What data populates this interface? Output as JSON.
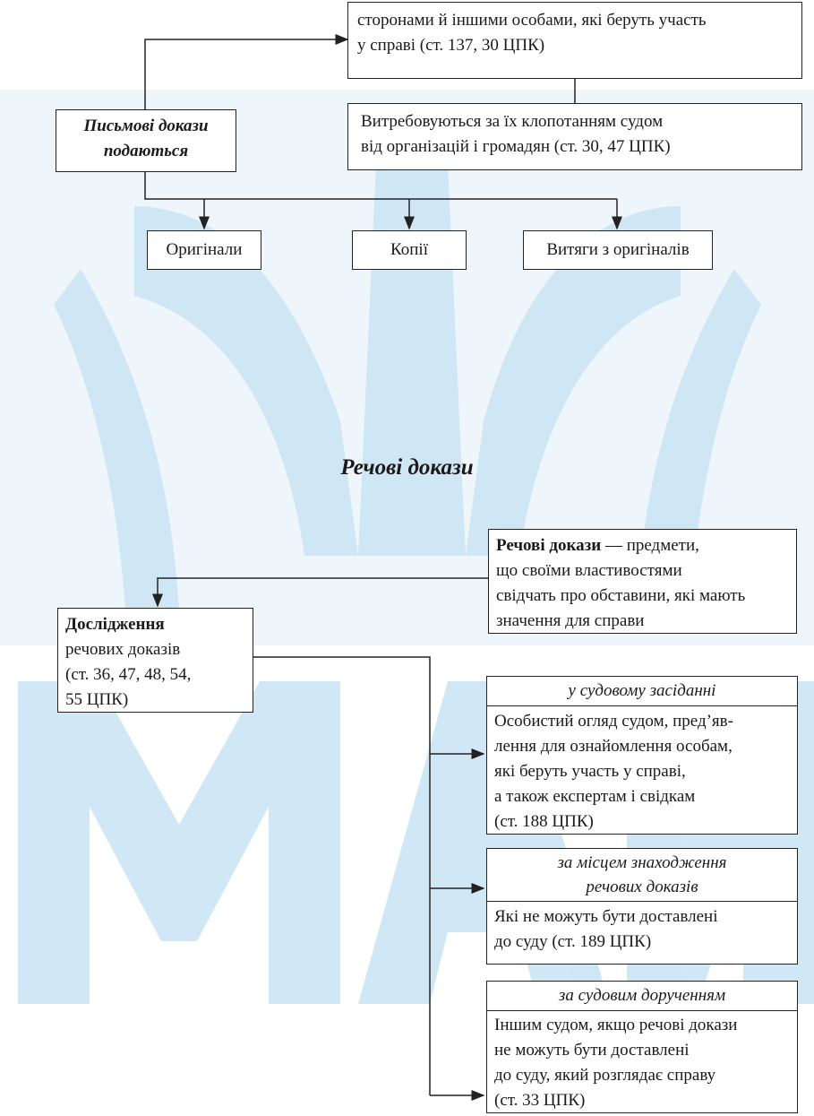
{
  "written_evidence": {
    "main_label_line1": "Письмові докази",
    "main_label_line2": "подаються",
    "parties_line1": "сторонами й іншими особами, які беруть участь",
    "parties_line2": "у справі (ст. 137, 30 ЦПК)",
    "requested_line1": "Витребовуються за їх клопотанням судом",
    "requested_line2": "від організацій і громадян (ст. 30, 47 ЦПК)",
    "originals": "Оригінали",
    "copies": "Копії",
    "extracts": "Витяги з оригіналів"
  },
  "section_title": "Речові докази",
  "material_evidence": {
    "definition_bold": "Речові докази",
    "definition_line1_rest": " — предмети,",
    "definition_line2": "що своїми властивостями",
    "definition_line3": "свідчать про обставини, які мають",
    "definition_line4": "значення для справи",
    "research_bold": "Дослідження",
    "research_line2": "речових доказів",
    "research_line3": "(ст. 36, 47, 48, 54,",
    "research_line4": "55 ЦПК)",
    "court_session": {
      "header": "у судовому засіданні",
      "lines": [
        "Особистий огляд судом, пред’яв-",
        "лення для ознайомлення особам,",
        "які беруть участь у справі,",
        "а також експертам і свідкам",
        "(ст. 188 ЦПК)"
      ]
    },
    "location": {
      "header_line1": "за місцем знаходження",
      "header_line2": "речових доказів",
      "lines": [
        "Які не можуть бути доставлені",
        "до суду (ст. 189 ЦПК)"
      ]
    },
    "court_order": {
      "header": "за судовим дорученням",
      "lines": [
        "Іншим судом, якщо речові докази",
        "не можуть бути доставлені",
        "до суду, який розглядає справу",
        "(ст. 33 ЦПК)"
      ]
    }
  },
  "colors": {
    "watermark": "#a9d3ec",
    "line": "#222222"
  }
}
